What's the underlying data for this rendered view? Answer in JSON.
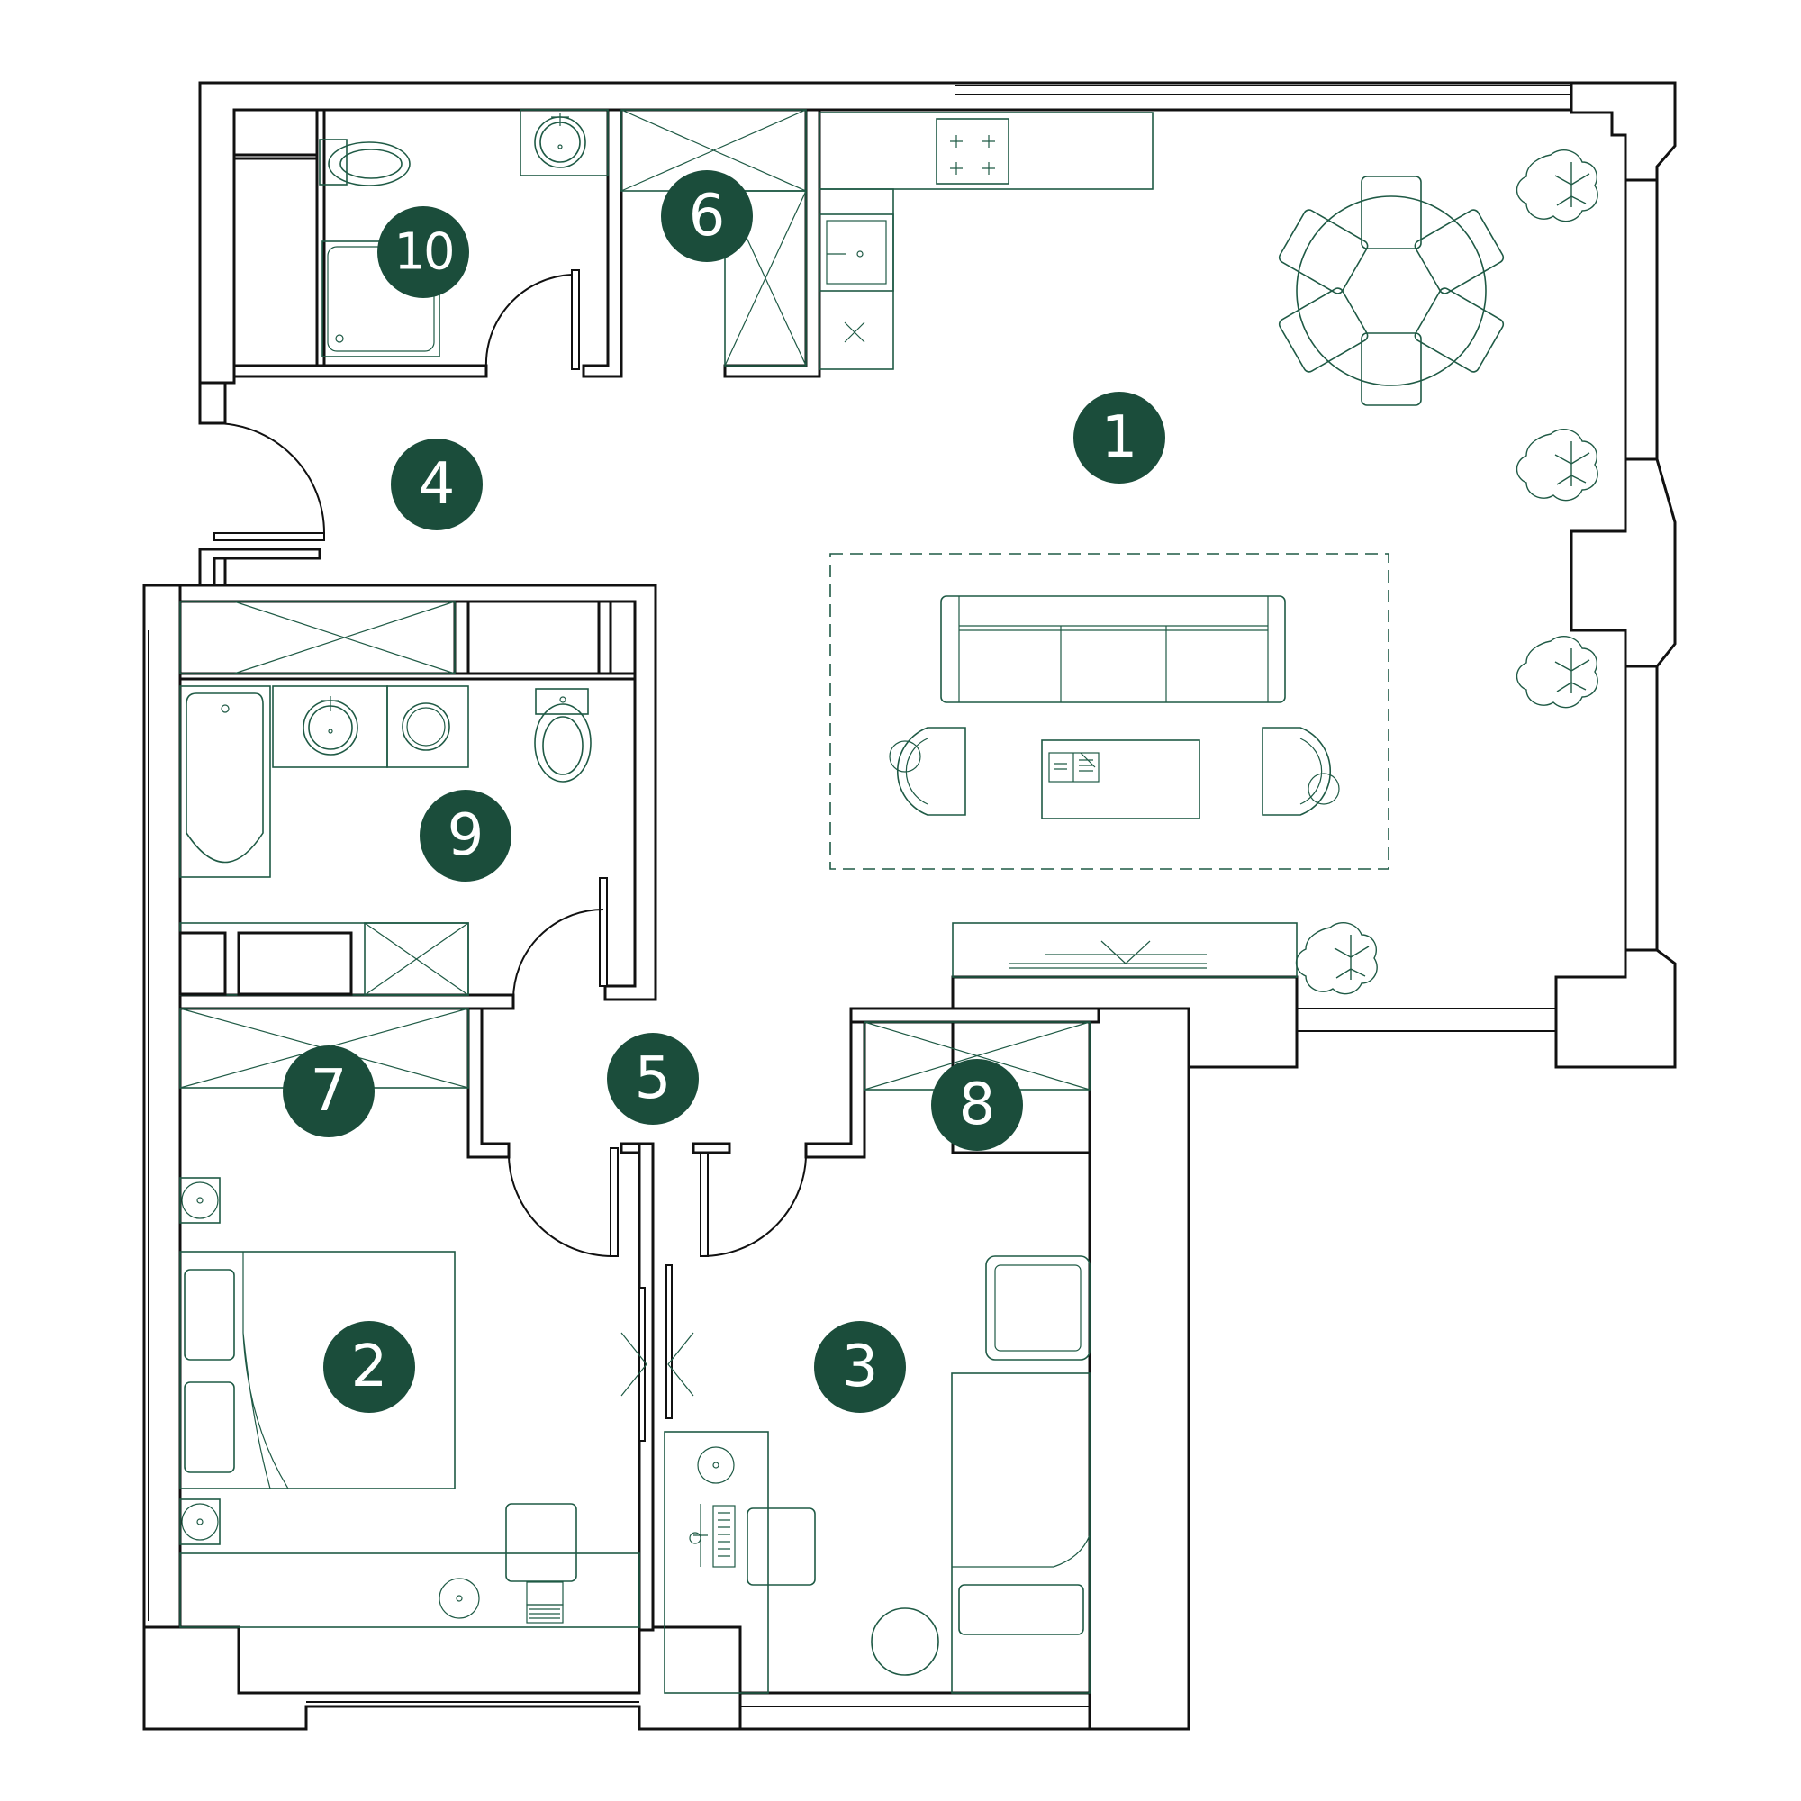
{
  "colors": {
    "badge": "#1b4d3b",
    "furniture": "#1f5a45",
    "walls": "#111111"
  },
  "rooms": [
    {
      "id": "1",
      "label": "1"
    },
    {
      "id": "2",
      "label": "2"
    },
    {
      "id": "3",
      "label": "3"
    },
    {
      "id": "4",
      "label": "4"
    },
    {
      "id": "5",
      "label": "5"
    },
    {
      "id": "6",
      "label": "6"
    },
    {
      "id": "7",
      "label": "7"
    },
    {
      "id": "8",
      "label": "8"
    },
    {
      "id": "9",
      "label": "9"
    },
    {
      "id": "10",
      "label": "10"
    }
  ],
  "icons": {
    "dining_table": "round-dining-table-icon",
    "sofa": "three-seat-sofa-icon",
    "armchair": "armchair-icon",
    "bed": "double-bed-icon",
    "bathtub": "bathtub-icon",
    "toilet": "toilet-icon",
    "sink": "sink-icon",
    "stove": "stove-icon",
    "tree": "tree-icon",
    "desk": "desk-icon",
    "wardrobe": "wardrobe-icon"
  }
}
